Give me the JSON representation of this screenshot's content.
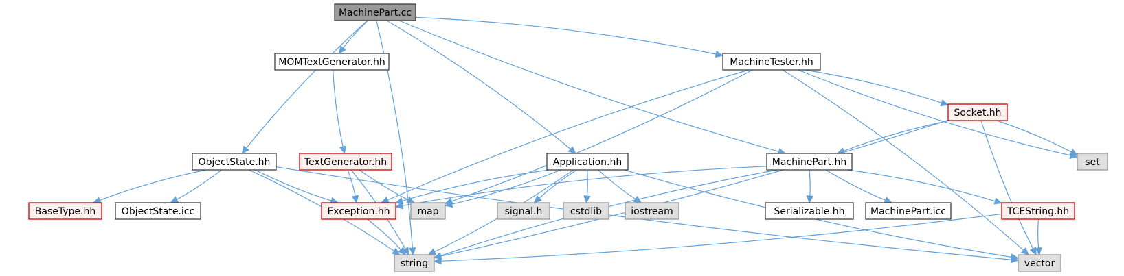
{
  "colors": {
    "edge": "#63a0d8",
    "root_fill": "#9a9a9a",
    "normal_fill": "#ffffff",
    "red_border": "#d40000",
    "missing_fill": "#e0e0e0"
  },
  "nodes": [
    {
      "id": "MachinePart.cc",
      "label": "MachinePart.cc",
      "kind": "root"
    },
    {
      "id": "MOMTextGenerator.hh",
      "label": "MOMTextGenerator.hh",
      "kind": "normal"
    },
    {
      "id": "MachineTester.hh",
      "label": "MachineTester.hh",
      "kind": "normal"
    },
    {
      "id": "ObjectState.hh",
      "label": "ObjectState.hh",
      "kind": "normal"
    },
    {
      "id": "TextGenerator.hh",
      "label": "TextGenerator.hh",
      "kind": "red"
    },
    {
      "id": "Application.hh",
      "label": "Application.hh",
      "kind": "normal"
    },
    {
      "id": "MachinePart.hh",
      "label": "MachinePart.hh",
      "kind": "normal"
    },
    {
      "id": "Socket.hh",
      "label": "Socket.hh",
      "kind": "red"
    },
    {
      "id": "set",
      "label": "set",
      "kind": "missing"
    },
    {
      "id": "BaseType.hh",
      "label": "BaseType.hh",
      "kind": "red"
    },
    {
      "id": "ObjectState.icc",
      "label": "ObjectState.icc",
      "kind": "normal"
    },
    {
      "id": "Exception.hh",
      "label": "Exception.hh",
      "kind": "red"
    },
    {
      "id": "map",
      "label": "map",
      "kind": "missing"
    },
    {
      "id": "signal.h",
      "label": "signal.h",
      "kind": "missing"
    },
    {
      "id": "cstdlib",
      "label": "cstdlib",
      "kind": "missing"
    },
    {
      "id": "iostream",
      "label": "iostream",
      "kind": "missing"
    },
    {
      "id": "Serializable.hh",
      "label": "Serializable.hh",
      "kind": "normal"
    },
    {
      "id": "MachinePart.icc",
      "label": "MachinePart.icc",
      "kind": "normal"
    },
    {
      "id": "TCEString.hh",
      "label": "TCEString.hh",
      "kind": "red"
    },
    {
      "id": "string",
      "label": "string",
      "kind": "missing"
    },
    {
      "id": "vector",
      "label": "vector",
      "kind": "missing"
    }
  ],
  "edges": [
    {
      "from": "MachinePart.cc",
      "to": "MOMTextGenerator.hh"
    },
    {
      "from": "MachinePart.cc",
      "to": "MachineTester.hh"
    },
    {
      "from": "MachinePart.cc",
      "to": "ObjectState.hh"
    },
    {
      "from": "MachinePart.cc",
      "to": "Application.hh"
    },
    {
      "from": "MachinePart.cc",
      "to": "MachinePart.hh"
    },
    {
      "from": "MachinePart.cc",
      "to": "string"
    },
    {
      "from": "MOMTextGenerator.hh",
      "to": "TextGenerator.hh"
    },
    {
      "from": "TextGenerator.hh",
      "to": "Exception.hh"
    },
    {
      "from": "TextGenerator.hh",
      "to": "map"
    },
    {
      "from": "TextGenerator.hh",
      "to": "string"
    },
    {
      "from": "ObjectState.hh",
      "to": "BaseType.hh"
    },
    {
      "from": "ObjectState.hh",
      "to": "ObjectState.icc"
    },
    {
      "from": "ObjectState.hh",
      "to": "Exception.hh"
    },
    {
      "from": "ObjectState.hh",
      "to": "string"
    },
    {
      "from": "ObjectState.hh",
      "to": "vector"
    },
    {
      "from": "Exception.hh",
      "to": "string"
    },
    {
      "from": "Application.hh",
      "to": "Exception.hh"
    },
    {
      "from": "Application.hh",
      "to": "map"
    },
    {
      "from": "Application.hh",
      "to": "signal.h"
    },
    {
      "from": "Application.hh",
      "to": "cstdlib"
    },
    {
      "from": "Application.hh",
      "to": "iostream"
    },
    {
      "from": "Application.hh",
      "to": "string"
    },
    {
      "from": "Application.hh",
      "to": "vector"
    },
    {
      "from": "MachineTester.hh",
      "to": "Socket.hh"
    },
    {
      "from": "MachineTester.hh",
      "to": "set"
    },
    {
      "from": "MachineTester.hh",
      "to": "vector"
    },
    {
      "from": "MachineTester.hh",
      "to": "Exception.hh"
    },
    {
      "from": "MachineTester.hh",
      "to": "map"
    },
    {
      "from": "Socket.hh",
      "to": "MachinePart.hh"
    },
    {
      "from": "Socket.hh",
      "to": "set"
    },
    {
      "from": "Socket.hh",
      "to": "vector"
    },
    {
      "from": "Socket.hh",
      "to": "string"
    },
    {
      "from": "MachinePart.hh",
      "to": "Exception.hh"
    },
    {
      "from": "MachinePart.hh",
      "to": "Serializable.hh"
    },
    {
      "from": "MachinePart.hh",
      "to": "MachinePart.icc"
    },
    {
      "from": "MachinePart.hh",
      "to": "TCEString.hh"
    },
    {
      "from": "MachinePart.hh",
      "to": "string"
    },
    {
      "from": "TCEString.hh",
      "to": "string"
    },
    {
      "from": "TCEString.hh",
      "to": "vector"
    }
  ]
}
